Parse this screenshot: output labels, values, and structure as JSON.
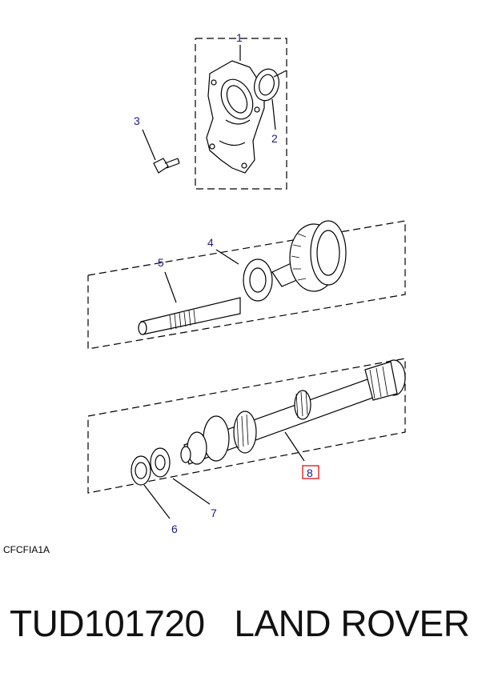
{
  "callouts": {
    "c1": "1",
    "c2": "2",
    "c3": "3",
    "c4": "4",
    "c5": "5",
    "c6": "6",
    "c7": "7",
    "c8": "8"
  },
  "figure_code": "CFCFIA1A",
  "highlight_color": "#e03030",
  "callout_color": "#1a1a8c",
  "footer": {
    "part_number": "TUD101720",
    "brand": "LAND ROVER"
  }
}
